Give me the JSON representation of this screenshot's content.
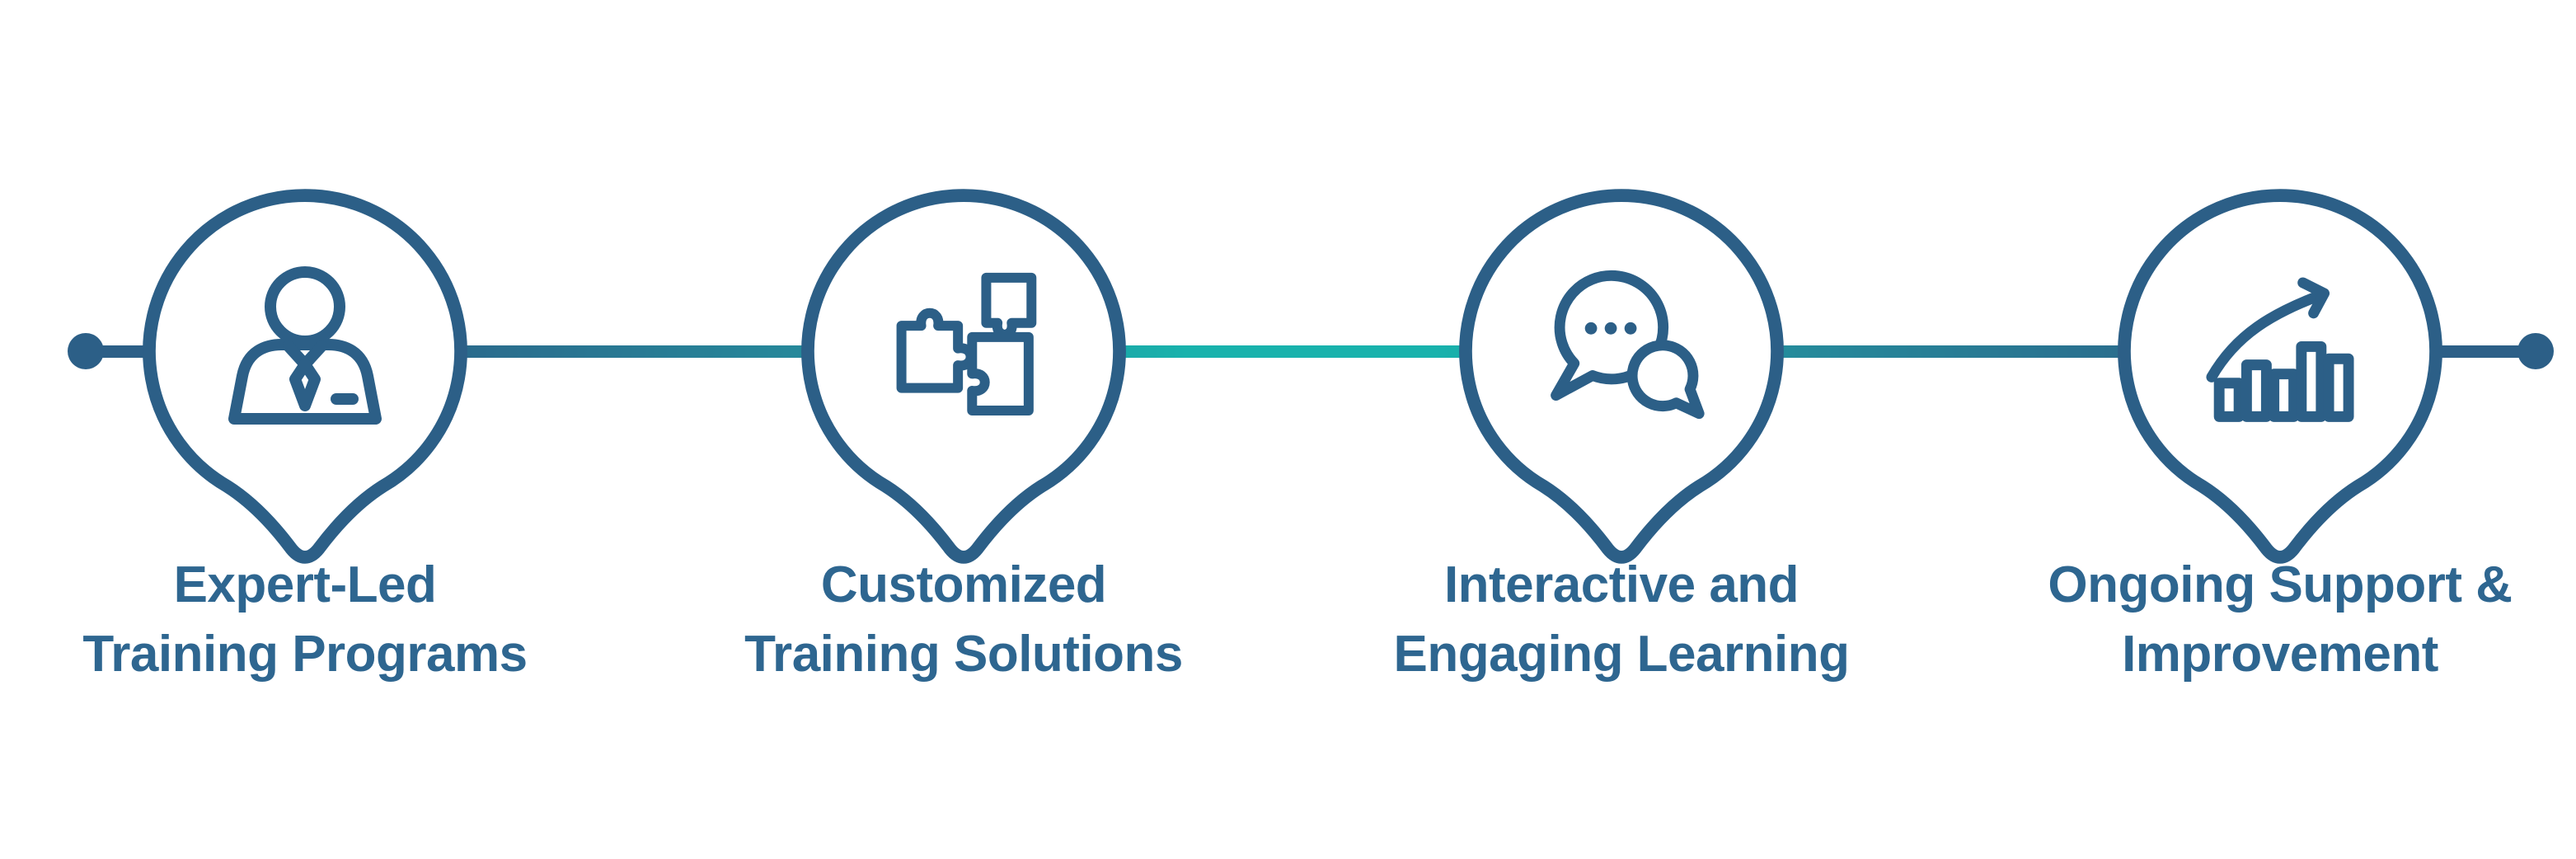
{
  "theme": {
    "blue": "#2C5F87",
    "teal": "#18B2AC",
    "blue_mid": "#258A9B",
    "text_blue": "#2E6690"
  },
  "timeline": {
    "steps": [
      {
        "icon": "person",
        "label_line1": "Expert-Led",
        "label_line2": "Training Programs"
      },
      {
        "icon": "puzzle-pieces",
        "label_line1": "Customized",
        "label_line2": "Training Solutions"
      },
      {
        "icon": "chat-bubbles",
        "label_line1": "Interactive and",
        "label_line2": "Engaging Learning"
      },
      {
        "icon": "growth-chart",
        "label_line1": "Ongoing Support &",
        "label_line2": "Improvement"
      }
    ]
  }
}
